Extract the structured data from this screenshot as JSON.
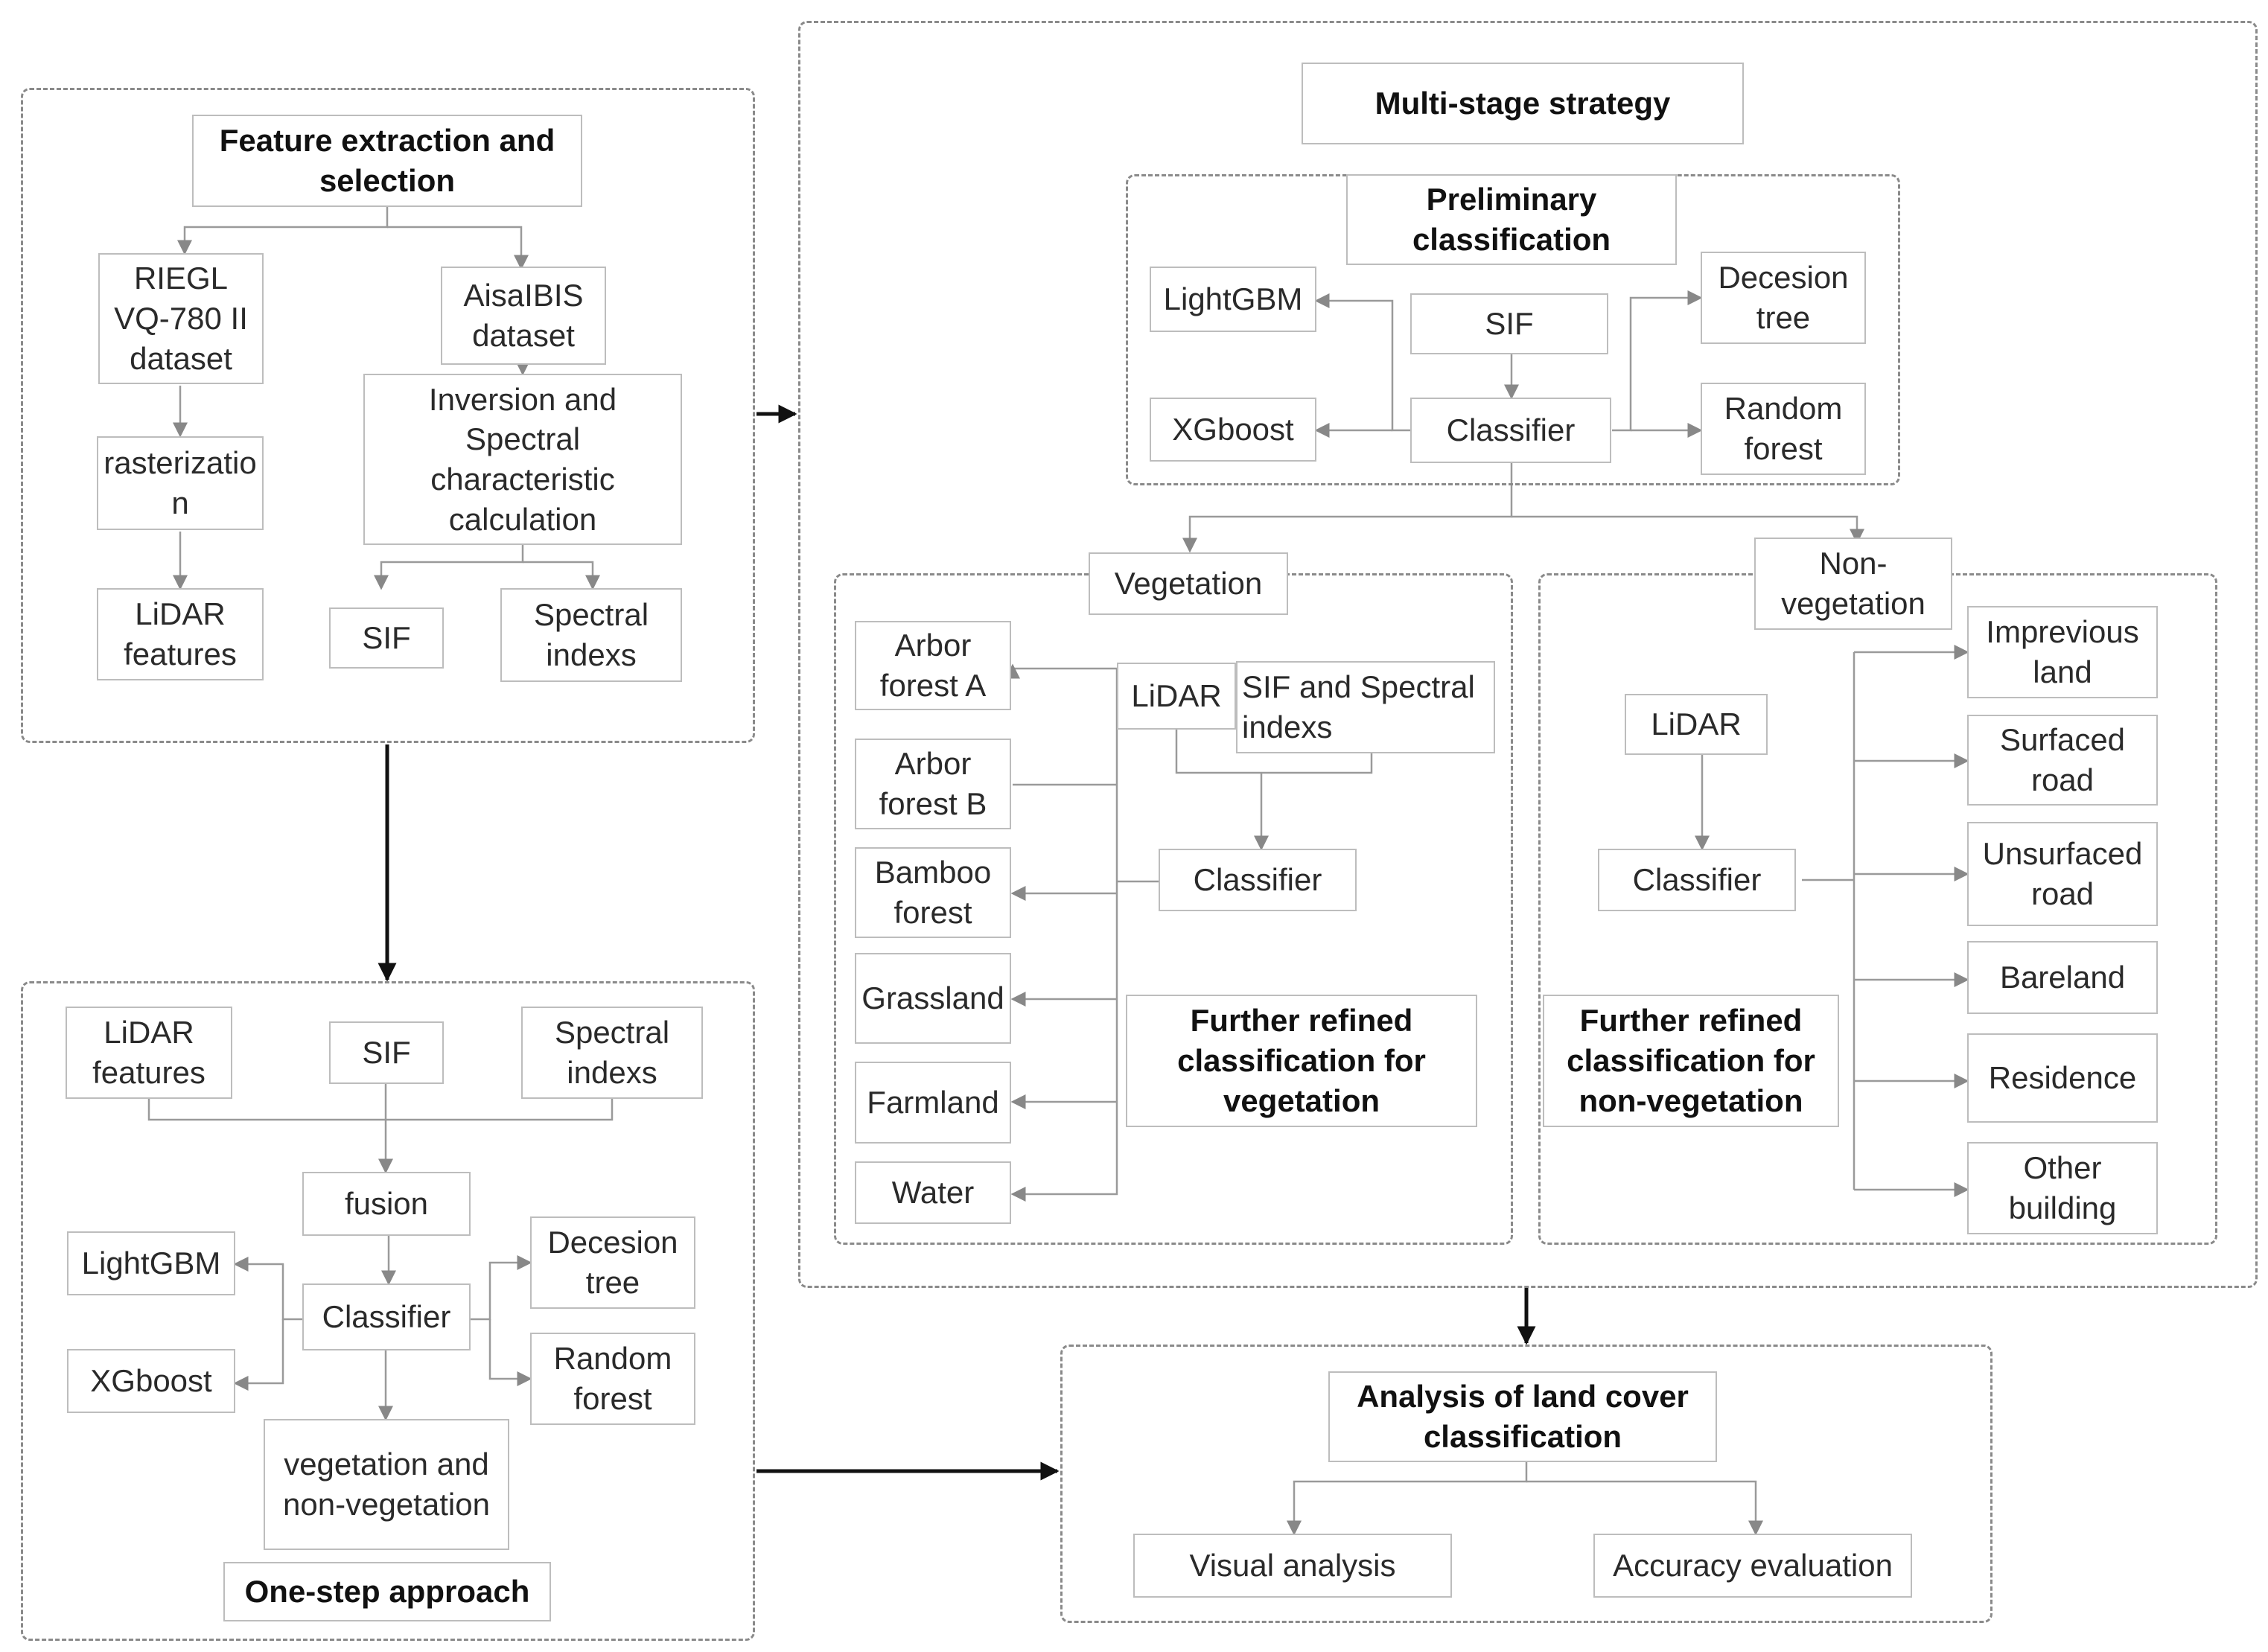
{
  "diagram": {
    "feature": {
      "title": "Feature extraction and\nselection",
      "riegl": "RIEGL\nVQ-780 II\ndataset",
      "aisa": "AisaIBIS\ndataset",
      "raster": "rasterizatio\nn",
      "inversion": "Inversion and\nSpectral\ncharacteristic\ncalculation",
      "lidar": "LiDAR\nfeatures",
      "sif": "SIF",
      "spectral": "Spectral\nindexs"
    },
    "onestep": {
      "lidar": "LiDAR\nfeatures",
      "sif": "SIF",
      "spectral": "Spectral\nindexs",
      "fusion": "fusion",
      "lightgbm": "LightGBM",
      "xgboost": "XGboost",
      "classifier": "Classifier",
      "dtree": "Decesion\ntree",
      "rforest": "Random\nforest",
      "vegnon": "vegetation and\nnon-vegetation",
      "title": "One-step approach"
    },
    "multistage": {
      "title": "Multi-stage strategy",
      "prelim": "Preliminary\nclassification",
      "lightgbm": "LightGBM",
      "xgboost": "XGboost",
      "sif": "SIF",
      "classifier": "Classifier",
      "dtree": "Decesion\ntree",
      "rforest": "Random\nforest"
    },
    "vegetation": {
      "title": "Vegetation",
      "arborA": "Arbor\nforest A",
      "arborB": "Arbor\nforest B",
      "bamboo": "Bamboo\nforest",
      "grass": "Grassland",
      "farm": "Farmland",
      "water": "Water",
      "lidar": "LiDAR",
      "sifspec": "SIF and Spectral\nindexs",
      "classifier": "Classifier",
      "refined": "Further refined\nclassification for\nvegetation"
    },
    "nonveg": {
      "title": "Non-\nvegetation",
      "lidar": "LiDAR",
      "classifier": "Classifier",
      "refined": "Further refined\nclassification for\nnon-vegetation",
      "imperv": "Imprevious\nland",
      "surfaced": "Surfaced\nroad",
      "unsurfaced": "Unsurfaced\nroad",
      "bare": "Bareland",
      "residence": "Residence",
      "other": "Other\nbuilding"
    },
    "analysis": {
      "title": "Analysis of land cover\nclassification",
      "visual": "Visual analysis",
      "accuracy": "Accuracy evaluation"
    }
  }
}
